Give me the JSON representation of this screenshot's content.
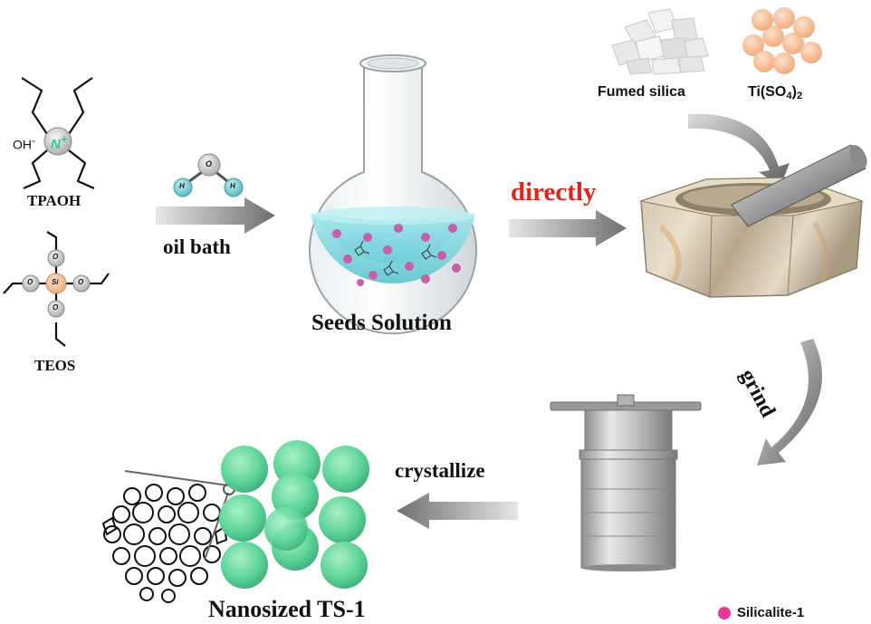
{
  "labels": {
    "tpaoh": "TPAOH",
    "teos": "TEOS",
    "oil_bath": "oil bath",
    "seeds_solution": "Seeds Solution",
    "directly": "directly",
    "fumed_silica": "Fumed silica",
    "ti_prefix": "Ti(SO",
    "ti_sub4": "4",
    "ti_close": ")",
    "ti_sub2": "2",
    "grind": "grind",
    "crystallize": "crystallize",
    "nanosized": "Nanosized TS-1",
    "legend": "Silicalite-1"
  },
  "molecule_atoms": {
    "oh": "OH",
    "oh_charge": "-",
    "n": "N",
    "n_charge": "+",
    "o": "O",
    "si": "Si",
    "h": "H"
  },
  "colors": {
    "directly_text": "#e2231a",
    "seed_particle": "#c65fa8",
    "legend_dot": "#e8389a",
    "solution": "#7fd6de",
    "nitrogen": "#3cc4a0",
    "silicon": "#f2b08e",
    "hydrogen": "#5fc0c8",
    "ts1_particle": "#5fd59a",
    "ti_particle": "#f3b58e"
  }
}
